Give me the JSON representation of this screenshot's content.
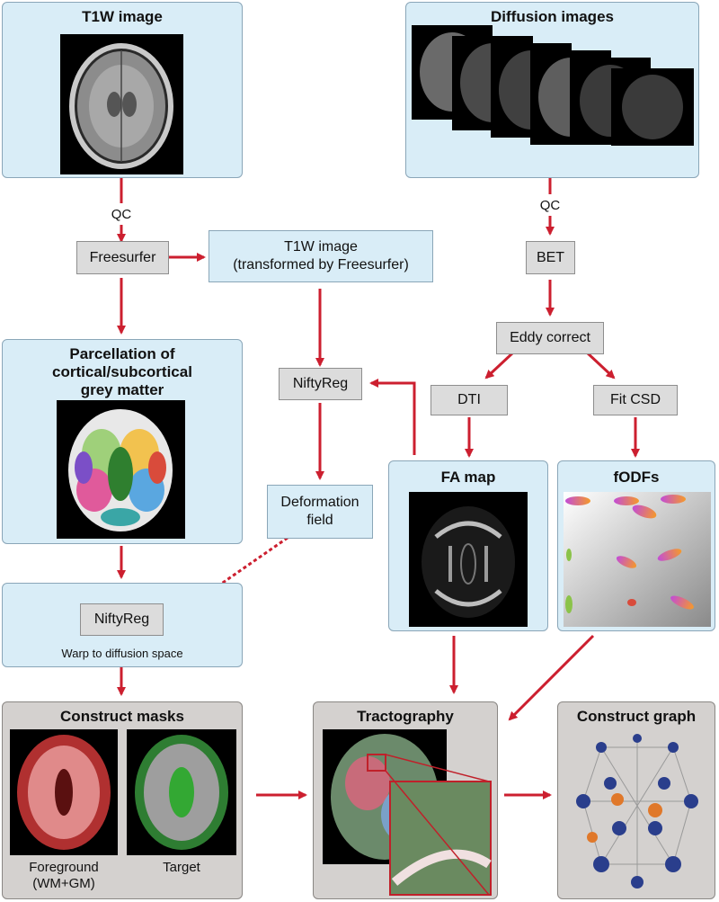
{
  "panels": {
    "t1w": {
      "title": "T1W image"
    },
    "diffusion": {
      "title": "Diffusion images"
    },
    "parcellation": {
      "title_lines": [
        "Parcellation of",
        "cortical/subcortical",
        "grey matter"
      ]
    },
    "warp": {
      "caption": "Warp to diffusion space"
    },
    "masks": {
      "title": "Construct masks",
      "foreground_lines": [
        "Foreground",
        "(WM+GM)"
      ],
      "target": "Target"
    },
    "tractography": {
      "title": "Tractography"
    },
    "graph": {
      "title": "Construct graph"
    },
    "fa": {
      "title": "FA map"
    },
    "fodfs": {
      "title": "fODFs"
    }
  },
  "boxes": {
    "freesurfer": "Freesurfer",
    "t1w_transformed_lines": [
      "T1W image",
      "(transformed by Freesurfer)"
    ],
    "niftyreg_top": "NiftyReg",
    "deformation_lines": [
      "Deformation",
      "field"
    ],
    "niftyreg_warp": "NiftyReg",
    "bet": "BET",
    "eddy": "Eddy correct",
    "dti": "DTI",
    "fitcsd": "Fit CSD"
  },
  "labels": {
    "qc_left": "QC",
    "qc_right": "QC"
  },
  "colors": {
    "arrow": "#cc1f2f",
    "panel_blue": "#d9edf7",
    "panel_grey": "#d4d1cf",
    "box_grey": "#dcdcdc"
  }
}
